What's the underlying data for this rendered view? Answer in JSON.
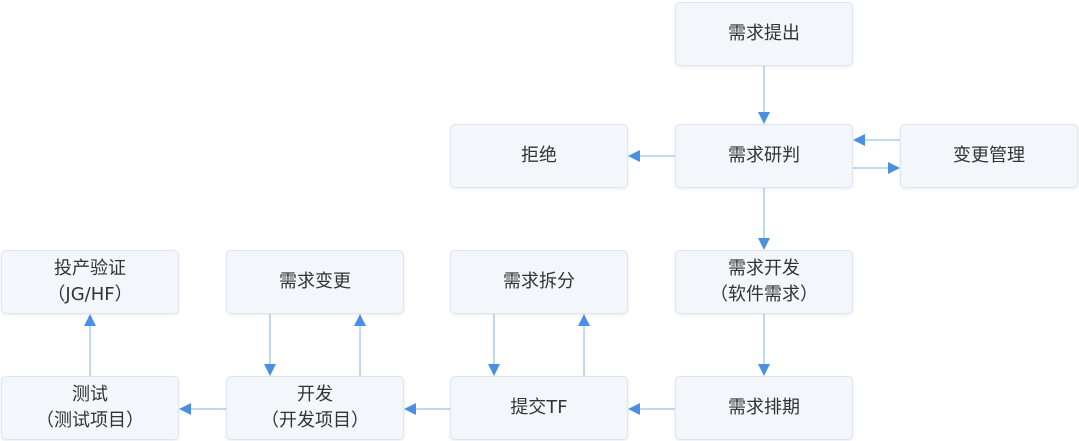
{
  "nodes": {
    "demand_raise": "需求提出",
    "demand_review": "需求研判",
    "reject": "拒绝",
    "change_mgmt": "变更管理",
    "demand_dev_line1": "需求开发",
    "demand_dev_line2": "（软件需求）",
    "demand_sched": "需求排期",
    "submit_tf": "提交TF",
    "demand_split": "需求拆分",
    "dev_line1": "开发",
    "dev_line2": "（开发项目）",
    "demand_change": "需求变更",
    "test_line1": "测试",
    "test_line2": "（测试项目）",
    "prod_verify_line1": "投产验证",
    "prod_verify_line2": "（JG/HF）"
  },
  "colors": {
    "arrow": "#4a90e2",
    "line": "#a9cdf3",
    "box_fill": "#f3f6fb",
    "text": "#333333"
  }
}
